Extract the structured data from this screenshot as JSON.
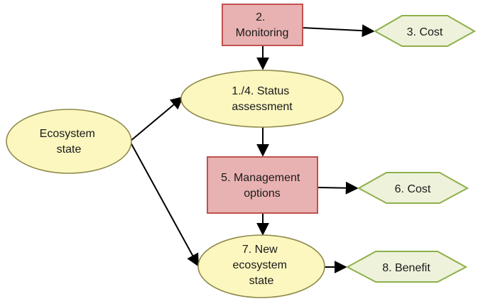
{
  "nodes": {
    "ecosystem_state": {
      "lines": [
        "Ecosystem",
        "state"
      ]
    },
    "monitoring": {
      "lines": [
        "2.",
        "Monitoring"
      ]
    },
    "cost_monitoring": {
      "lines": [
        "3. Cost"
      ]
    },
    "status_assessment": {
      "lines": [
        "1./4. Status",
        "assessment"
      ]
    },
    "management_options": {
      "lines": [
        "5. Management",
        "options"
      ]
    },
    "cost_management": {
      "lines": [
        "6. Cost"
      ]
    },
    "new_ecosystem_state": {
      "lines": [
        "7. New",
        "ecosystem",
        "state"
      ]
    },
    "benefit": {
      "lines": [
        "8. Benefit"
      ]
    }
  },
  "edges": [
    {
      "from": "monitoring",
      "to": "cost_monitoring"
    },
    {
      "from": "monitoring",
      "to": "status_assessment"
    },
    {
      "from": "ecosystem_state",
      "to": "status_assessment"
    },
    {
      "from": "ecosystem_state",
      "to": "new_ecosystem_state"
    },
    {
      "from": "status_assessment",
      "to": "management_options"
    },
    {
      "from": "management_options",
      "to": "cost_management"
    },
    {
      "from": "management_options",
      "to": "new_ecosystem_state"
    },
    {
      "from": "new_ecosystem_state",
      "to": "benefit"
    }
  ],
  "colors": {
    "ellipse_fill": "#fbf7bf",
    "ellipse_stroke": "#8e8a4a",
    "rect_fill": "#e9b2b2",
    "rect_stroke": "#c0504d",
    "diamond_fill": "#eef2db",
    "diamond_stroke": "#8db04a",
    "arrow": "#000000"
  }
}
